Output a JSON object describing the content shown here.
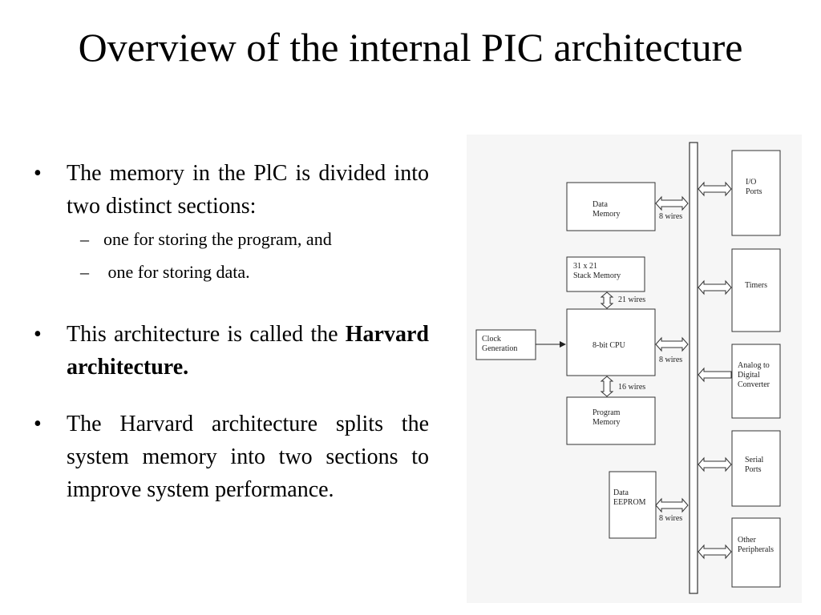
{
  "title": "Overview of the internal PIC architecture",
  "bullets": {
    "b1": "The memory in the PlC is divided into two distinct sections:",
    "sub1": "one for storing the program, and",
    "sub2": " one for storing data.",
    "b2_text": "This architecture is called the ",
    "b2_bold": "Harvard architecture.",
    "b3": "The Harvard architecture splits the system memory into two sections to improve system performance."
  },
  "diagram": {
    "data_memory": [
      "Data",
      "Memory"
    ],
    "stack_memory": [
      "31 x 21",
      "Stack Memory"
    ],
    "cpu": "8-bit CPU",
    "clock": [
      "Clock",
      "Generation"
    ],
    "program_memory": [
      "Program",
      "Memory"
    ],
    "data_eeprom": [
      "Data",
      "EEPROM"
    ],
    "io_ports": [
      "I/O",
      "Ports"
    ],
    "timers": [
      "Timers"
    ],
    "adc": [
      "Analog to",
      "Digital",
      "Converter"
    ],
    "serial_ports": [
      "Serial",
      "Ports"
    ],
    "other_peripherals": [
      "Other",
      "Peripherals"
    ],
    "wires_8_top": "8 wires",
    "wires_21": "21 wires",
    "wires_8_cpu": "8 wires",
    "wires_16": "16 wires",
    "wires_8_eeprom": "8 wires"
  }
}
